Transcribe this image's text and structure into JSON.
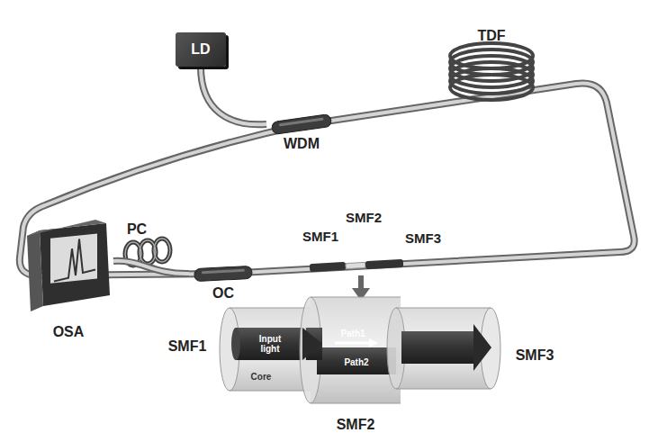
{
  "diagram": {
    "nodes": [
      {
        "text": [
          "LD"
        ]
      },
      {
        "text": [
          "WDM"
        ]
      },
      {
        "text": [
          "OC"
        ]
      },
      {
        "text": [
          "OSA"
        ]
      }
    ],
    "edges": [
      {
        "from": 0,
        "to": 1,
        "arrow": "none"
      },
      {
        "from": 2,
        "to": 3,
        "arrow": "none"
      }
    ],
    "labels": [
      "TDF",
      "PC",
      "SMF1",
      "SMF2",
      "SMF3",
      "SMF1",
      "Input light",
      "Core",
      "Path1",
      "Path2",
      "SMF2",
      "SMF3"
    ]
  }
}
